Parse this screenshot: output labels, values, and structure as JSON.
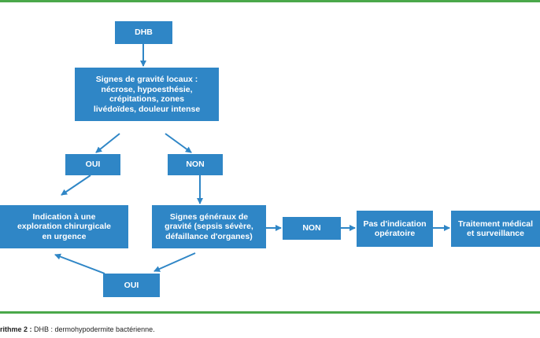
{
  "colors": {
    "box_fill": "#2f86c6",
    "rule": "#4aa84a",
    "arrow": "#2f86c6"
  },
  "diagram": {
    "nodes": {
      "dhb": "DHB",
      "signes_locaux": "Signes de gravité locaux :\nnécrose, hypoesthésie,\ncrépitations, zones\nlivédoïdes, douleur intense",
      "oui_1": "OUI",
      "non_1": "NON",
      "indication": "Indication à une\nexploration chirurgicale\nen urgence",
      "signes_generaux": "Signes généraux de\ngravité (sepsis sévère,\ndéfaillance d'organes)",
      "non_2": "NON",
      "pas_indication": "Pas d'indication\nopératoire",
      "traitement": "Traitement médical\net surveillance",
      "oui_2": "OUI"
    }
  },
  "caption": {
    "label": "rithme 2 :",
    "text": " DHB : dermohypodermite bactérienne."
  }
}
